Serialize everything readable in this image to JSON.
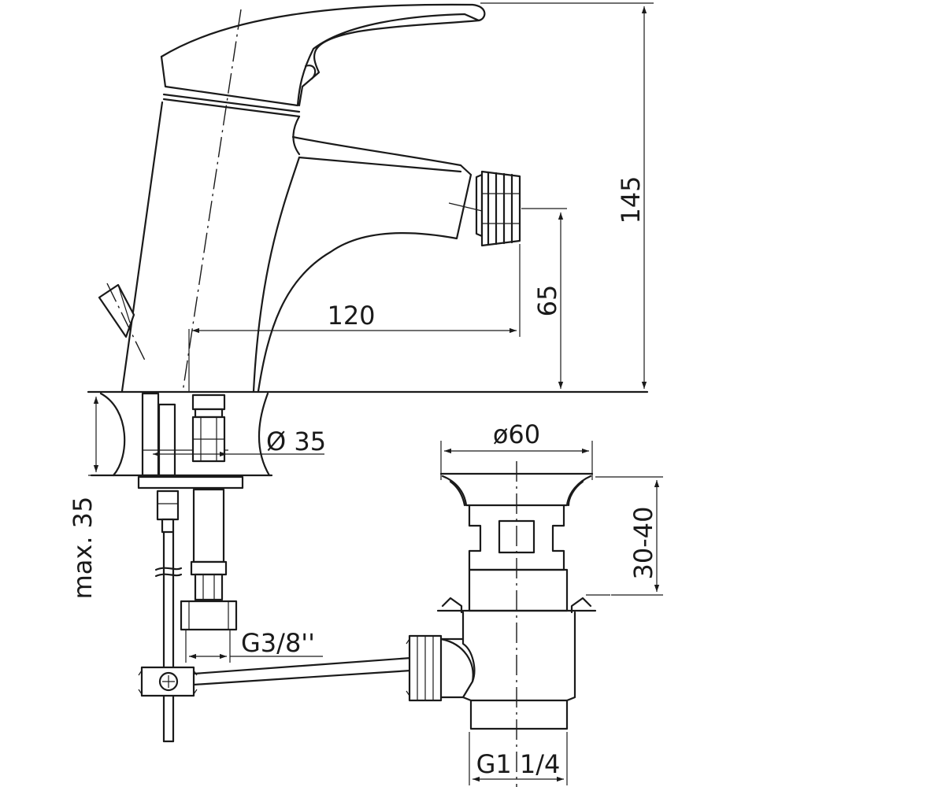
{
  "dimensions": {
    "height_total": "145",
    "spout_height": "65",
    "spout_reach": "120",
    "body_diameter": "Ø 35",
    "deck_thickness": "max. 35",
    "hose_thread": "G3/8''",
    "waste_diameter": "ø60",
    "waste_height": "30-40",
    "waste_thread": "G1 1/4"
  },
  "colors": {
    "line": "#1a1a1a",
    "background": "#ffffff"
  }
}
